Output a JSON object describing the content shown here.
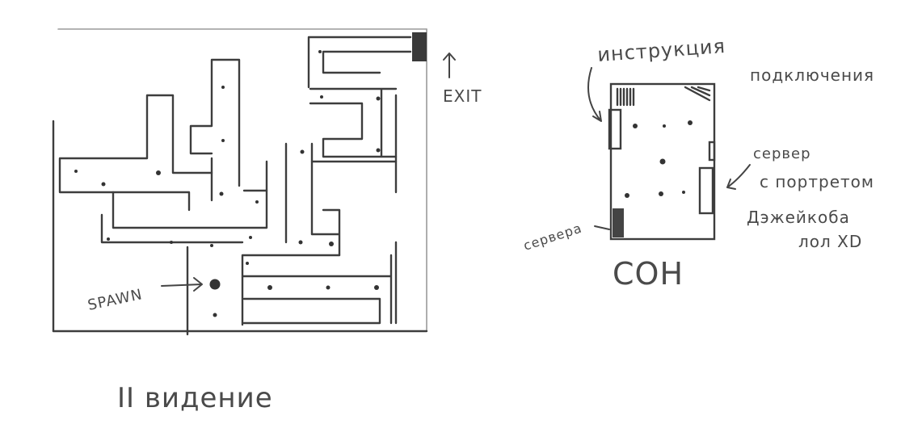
{
  "left_map": {
    "spawn_label": "SPAWN",
    "exit_label": "EXIT",
    "caption": "II видение"
  },
  "right_map": {
    "label_instruction": "инструкция",
    "label_connection": "подключения",
    "label_server_portrait": "сервер",
    "label_server_portrait_2": "с портретом",
    "label_jacob": "Дэжейкоба",
    "label_lol": "лол XD",
    "label_servers": "сервера",
    "caption": "СОН"
  },
  "colors": {
    "ink": "#3d3d3d",
    "faint": "#9a9a9a",
    "background": "#ffffff"
  }
}
